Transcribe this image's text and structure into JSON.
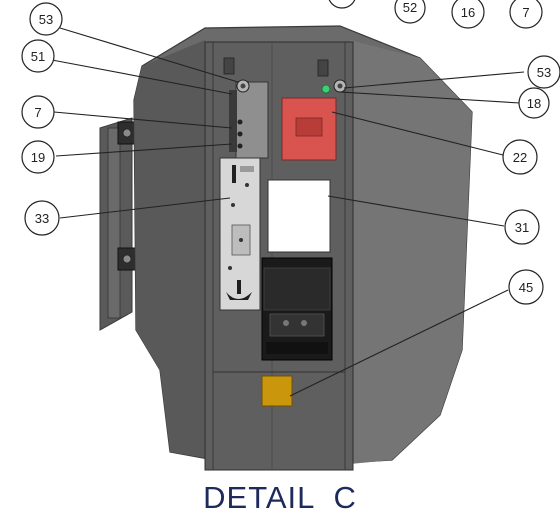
{
  "diagram": {
    "caption": "DETAIL  C",
    "colors": {
      "housing_dark": "#4a4a4a",
      "housing_mid": "#6d6d6d",
      "housing_light": "#8c8c8c",
      "panel_frame": "#7a7a7a",
      "red_plate": "#d9534f",
      "white_window": "#ffffff",
      "black_unit": "#1a1a1a",
      "amber_block": "#c9960c",
      "indicator_green": "#3bd16f",
      "caption_color": "#1f2a5c"
    },
    "callouts": [
      {
        "label": "53"
      },
      {
        "label": "51"
      },
      {
        "label": "7"
      },
      {
        "label": "19"
      },
      {
        "label": "33"
      },
      {
        "label": "52"
      },
      {
        "label": "16"
      },
      {
        "label": "7"
      },
      {
        "label": "53"
      },
      {
        "label": "18"
      },
      {
        "label": "22"
      },
      {
        "label": "31"
      },
      {
        "label": "45"
      }
    ]
  }
}
